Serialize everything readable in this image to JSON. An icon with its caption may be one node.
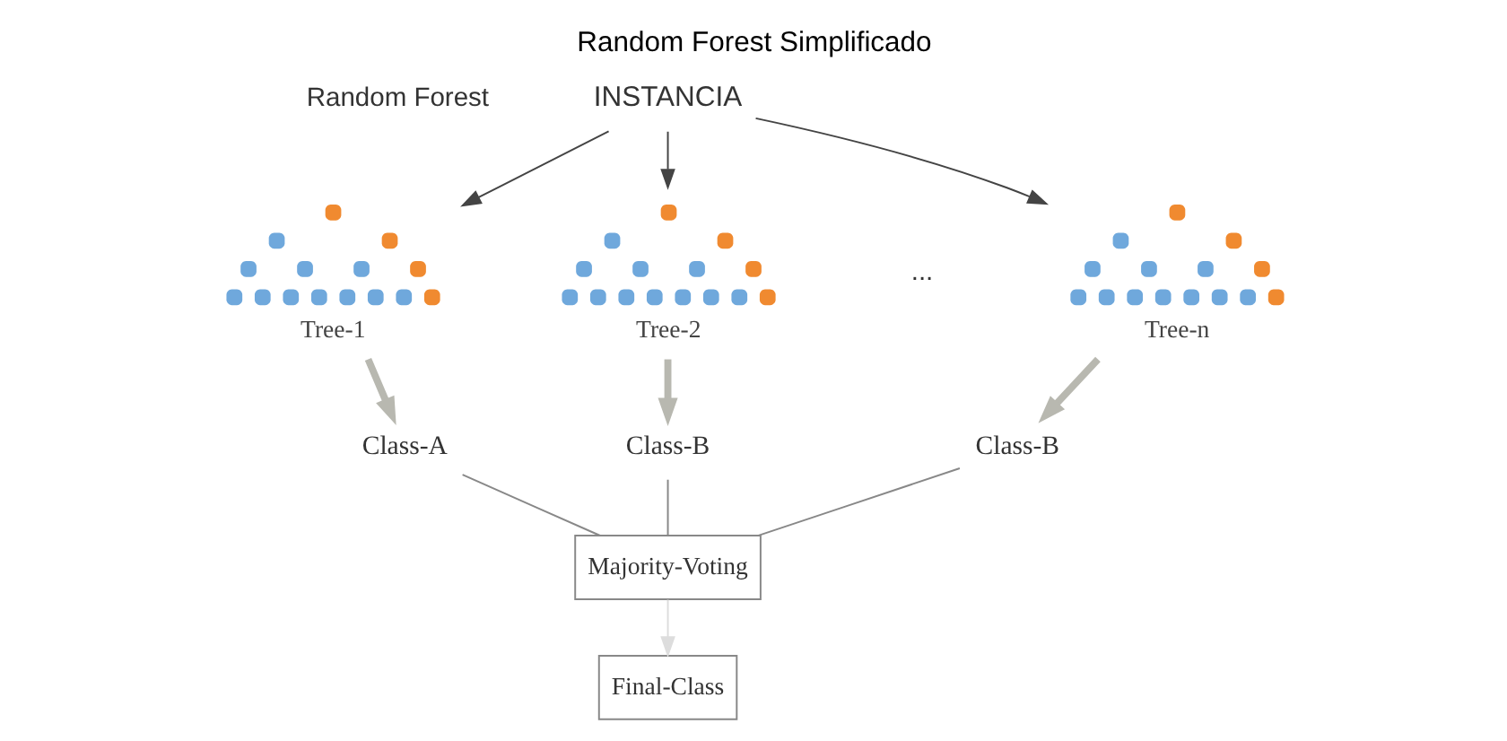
{
  "diagram": {
    "title": "Random Forest Simplificado",
    "nodes": [
      {
        "text": [
          "INSTANCIA"
        ]
      },
      {
        "text": [],
        "shape": "picture",
        "beside": [
          "Tree-1"
        ]
      },
      {
        "text": [],
        "shape": "picture",
        "beside": [
          "Tree-2"
        ]
      },
      {
        "text": [],
        "shape": "picture",
        "beside": [
          "Tree-n"
        ]
      },
      {
        "text": [
          "Class-A"
        ]
      },
      {
        "text": [
          "Class-B"
        ]
      },
      {
        "text": [
          "Class-B"
        ]
      },
      {
        "text": [
          "Majority-Voting"
        ]
      },
      {
        "text": [
          "Final-Class"
        ]
      }
    ],
    "edges": [
      {
        "from": 0,
        "to": 1,
        "arrow": "to"
      },
      {
        "from": 0,
        "to": 2,
        "arrow": "to"
      },
      {
        "from": 0,
        "to": 3,
        "arrow": "to"
      },
      {
        "from": 1,
        "to": 4,
        "arrow": "to",
        "style": "thick",
        "color": "#b8b8b0"
      },
      {
        "from": 2,
        "to": 5,
        "arrow": "to",
        "style": "thick",
        "color": "#b8b8b0"
      },
      {
        "from": 3,
        "to": 6,
        "arrow": "to",
        "style": "thick",
        "color": "#b8b8b0"
      },
      {
        "from": 4,
        "to": 7,
        "arrow": "none",
        "color": "#888888"
      },
      {
        "from": 5,
        "to": 7,
        "arrow": "none",
        "color": "#888888"
      },
      {
        "from": 6,
        "to": 7,
        "arrow": "none",
        "color": "#888888"
      },
      {
        "from": 7,
        "to": 8,
        "arrow": "to",
        "color": "#dddddd"
      }
    ],
    "labels": [
      "Random Forest",
      "..."
    ]
  }
}
